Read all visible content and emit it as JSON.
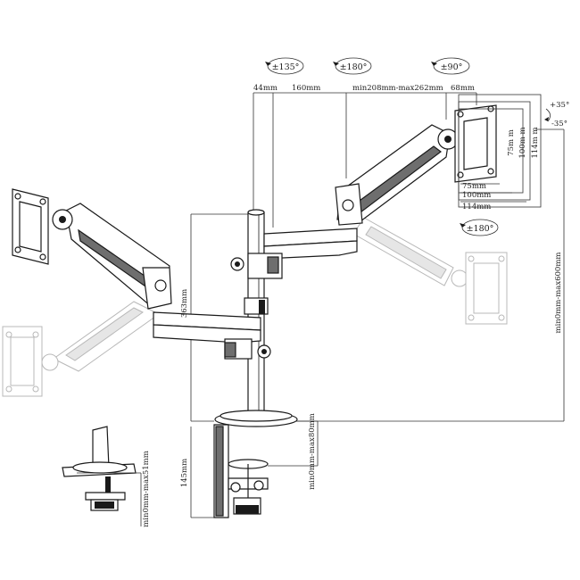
{
  "rotation_labels": {
    "left": "±135°",
    "middle": "±180°",
    "right": "±90°",
    "lower": "±180°"
  },
  "tilt_labels": {
    "up": "+35°",
    "down": "-35°"
  },
  "dimensions": {
    "d_44": "44mm",
    "d_160": "160mm",
    "d_208_262": "min208mm-max262mm",
    "d_68": "68mm",
    "pole_height": "363mm",
    "clamp_height": "145mm",
    "vertical_range": "min0mm-max600mm",
    "clamp_range": "min0mm-max80mm",
    "grommet_range": "min0mm-max51mm"
  },
  "vesa": {
    "v75_h": "75mm",
    "v100_h": "100mm",
    "v114_h": "114mm",
    "v75_v": "75m m",
    "v100_v": "100m m",
    "v114_v": "114m m"
  }
}
